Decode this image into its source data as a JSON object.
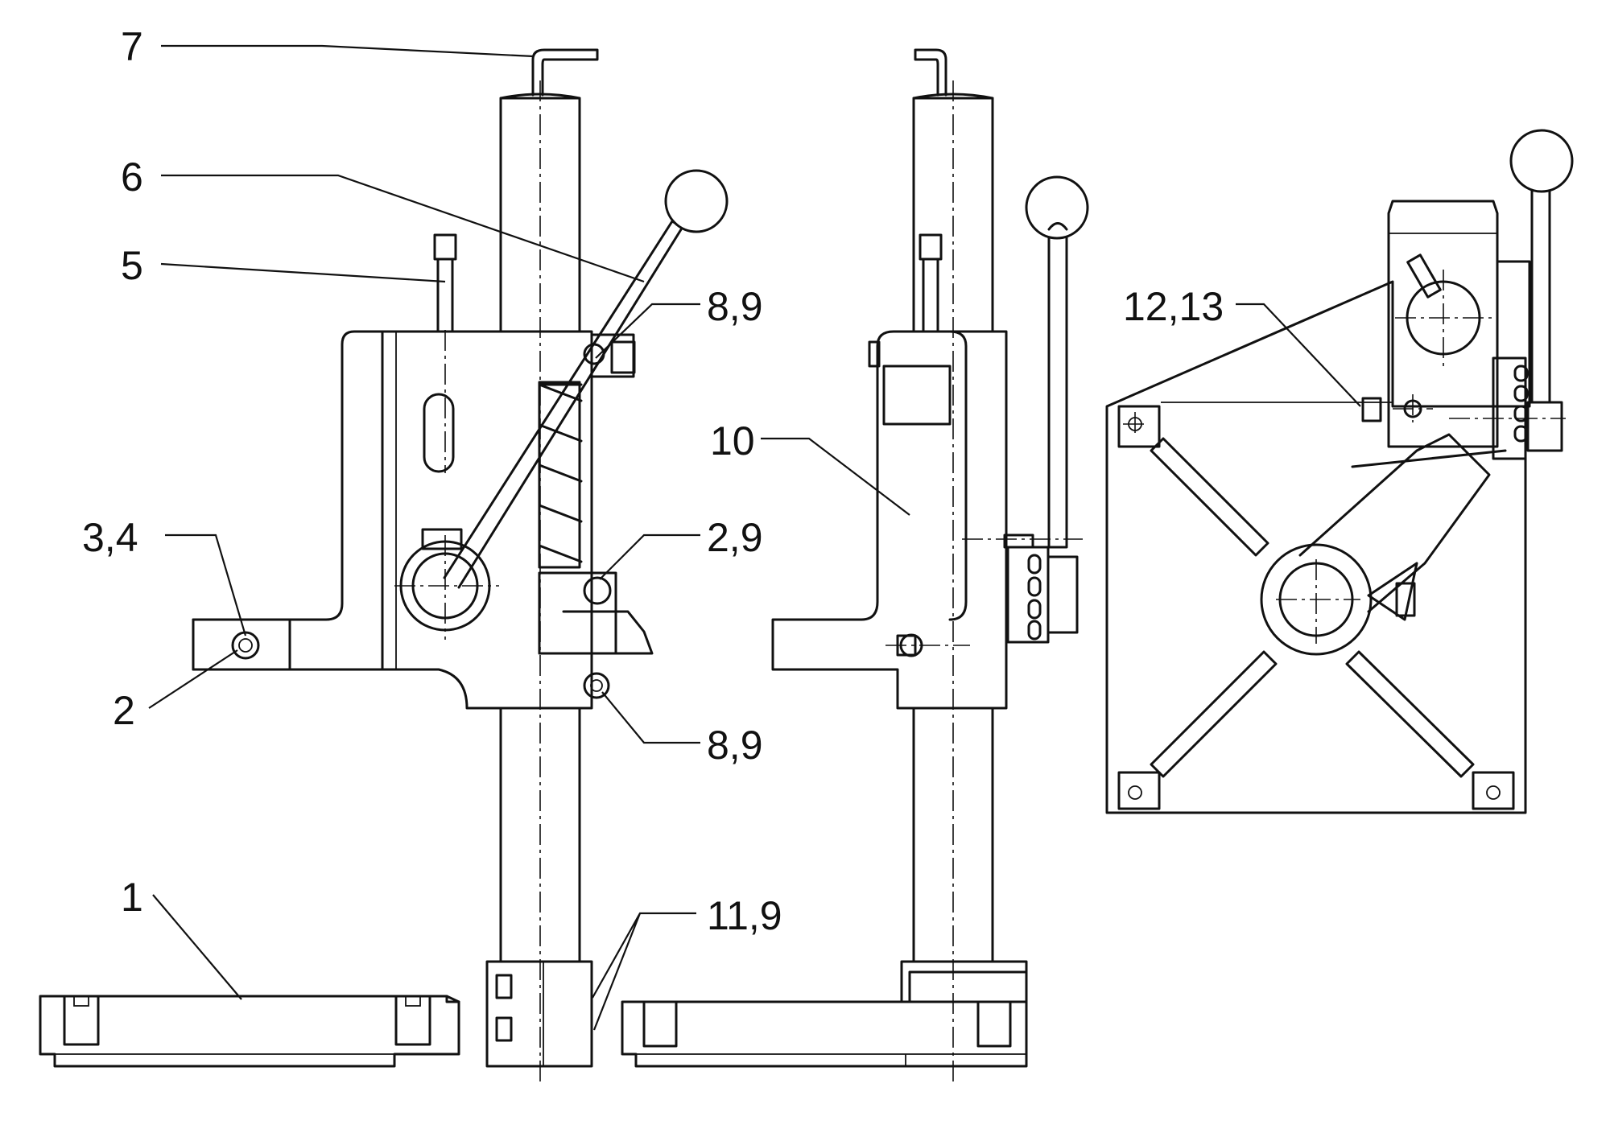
{
  "callouts": [
    {
      "id": "c7",
      "text": "7"
    },
    {
      "id": "c6",
      "text": "6"
    },
    {
      "id": "c5",
      "text": "5"
    },
    {
      "id": "c89a",
      "text": "8,9"
    },
    {
      "id": "c34",
      "text": "3,4"
    },
    {
      "id": "c29",
      "text": "2,9"
    },
    {
      "id": "c2",
      "text": "2"
    },
    {
      "id": "c89b",
      "text": "8,9"
    },
    {
      "id": "c10",
      "text": "10"
    },
    {
      "id": "c1213",
      "text": "12,13"
    },
    {
      "id": "c1",
      "text": "1"
    },
    {
      "id": "c119",
      "text": "11,9"
    }
  ]
}
